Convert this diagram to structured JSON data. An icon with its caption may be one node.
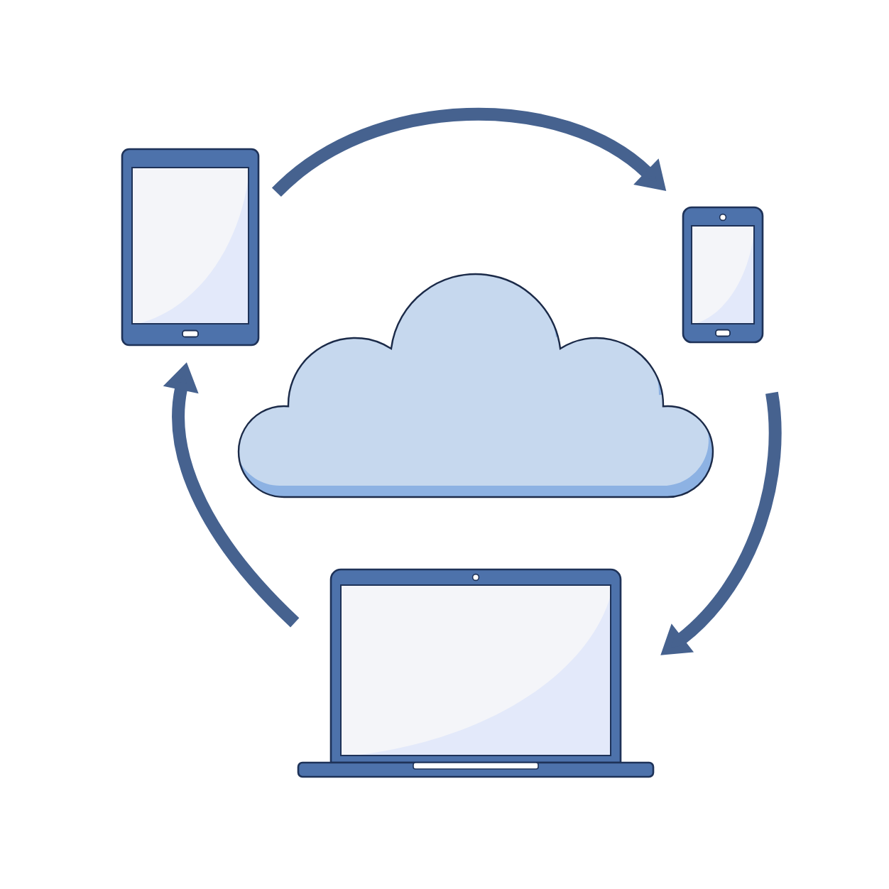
{
  "diagram": {
    "nodes": [
      {
        "text": [],
        "shape": "tablet"
      },
      {
        "text": [],
        "shape": "phone"
      },
      {
        "text": [],
        "shape": "cloud"
      },
      {
        "text": [],
        "shape": "laptop"
      }
    ],
    "edges": [
      {
        "from": 0,
        "to": 1,
        "arrow": "to"
      },
      {
        "from": 1,
        "to": 3,
        "arrow": "to"
      },
      {
        "from": 3,
        "to": 0,
        "arrow": "to"
      }
    ]
  }
}
